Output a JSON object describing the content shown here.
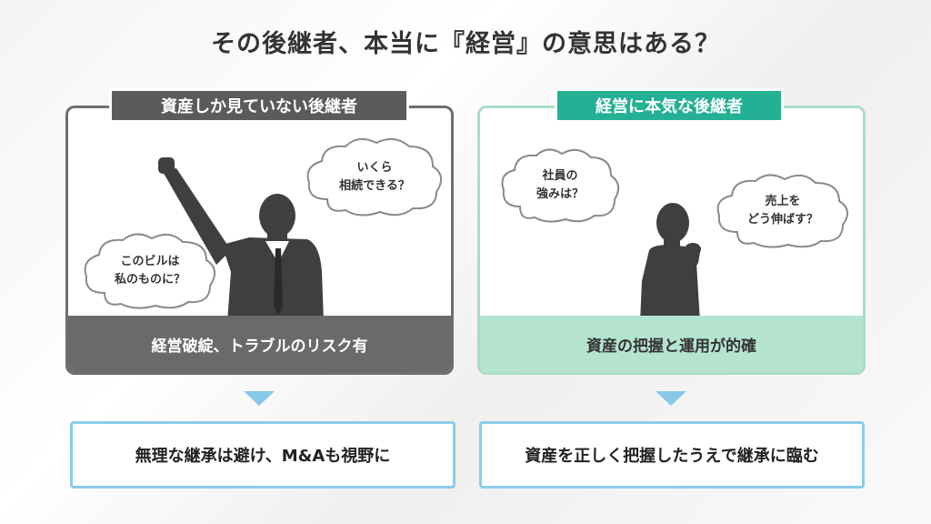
{
  "title": "その後継者、本当に『経営』の意思はある？",
  "left_panel": {
    "tag": "資産しか見ていない後継者",
    "bubble_1": {
      "line1": "いくら",
      "line2": "相続できる？"
    },
    "bubble_2": {
      "line1": "このビルは",
      "line2": "私のものに？"
    },
    "footer": "経営破綻、トラブルのリスク有",
    "result": "無理な継承は避け、M&Aも視野に"
  },
  "right_panel": {
    "tag": "経営に本気な後継者",
    "bubble_1": {
      "line1": "社員の",
      "line2": "強みは？"
    },
    "bubble_2": {
      "line1": "売上を",
      "line2": "どう伸ばす？"
    },
    "footer": "資産の把握と運用が的確",
    "result": "資産を正しく把握したうえで継承に臨む"
  },
  "colors": {
    "left_accent": "#5b5b5b",
    "right_accent": "#23b095",
    "right_light": "#b4e3cf",
    "arrow": "#86c8e8"
  },
  "icons": {
    "left_figure": "man-raising-fist-silhouette",
    "right_figure": "man-thinking-silhouette",
    "bubbles": "thought-cloud"
  }
}
